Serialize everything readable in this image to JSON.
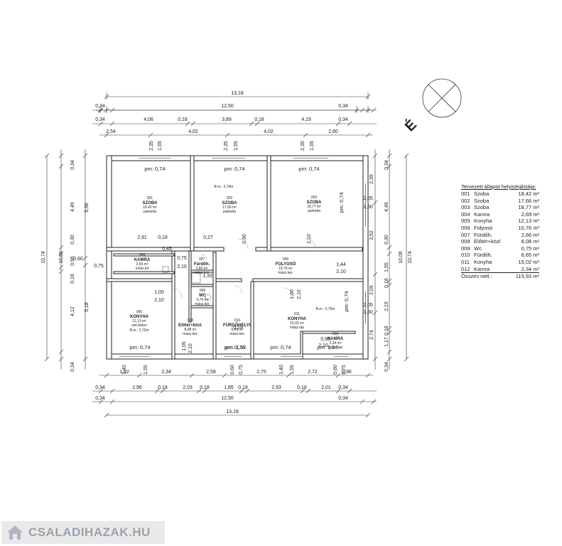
{
  "plan": {
    "north_label": "É",
    "overall_width": "13,18",
    "overall_depth": "10,74",
    "top_dims": {
      "row1": [
        "0,34",
        "12,50",
        "0,34"
      ],
      "row2": [
        "0,34",
        "4,06",
        "0,18",
        "3,89",
        "0,18",
        "4,19",
        "0,34"
      ],
      "row3": [
        "2,54",
        "4,02",
        "4,02",
        "2,60"
      ],
      "windows": [
        "2,35",
        "1,55",
        "2,35",
        "1,55",
        "2,35",
        "1,55"
      ]
    },
    "bottom_dims": {
      "row1": [
        "1,82",
        "2,34",
        "2,58",
        "2,75",
        "2,72",
        "0,96"
      ],
      "row2": [
        "0,34",
        "2,96",
        "0,18",
        "2,03",
        "0,18",
        "1,85",
        "0,18",
        "2,93",
        "0,18",
        "2,01",
        "0,34"
      ],
      "row3": [
        "0,34",
        "12,50",
        "0,34"
      ],
      "windows": [
        "1,40",
        "1,55",
        "1,05",
        "2,10",
        "0,60",
        "0,75",
        "1,40",
        "1,55",
        "0,60",
        "0,75"
      ]
    },
    "left_dims": {
      "outer": [
        "0,34",
        "4,49",
        "0,30",
        "0,96",
        "0,18",
        "4,12",
        "0,34"
      ],
      "mid": [
        "5,56",
        "0,60",
        "0,75",
        "5,18"
      ],
      "full": [
        "10,06"
      ]
    },
    "right_dims": {
      "outer": [
        "0,34",
        "4,49",
        "0,30",
        "1,55",
        "0,18",
        "2,19",
        "0,18",
        "1,17",
        "0,34"
      ],
      "mid": [
        "2,39",
        "3,52",
        "2,09",
        "2,74"
      ],
      "full": [
        "10,06"
      ],
      "windows": [
        "2,05",
        "1,50",
        "2,05",
        "1,50"
      ]
    },
    "inner_dims": [
      "2,91",
      "0,18",
      "0,45",
      "0,75",
      "2,10",
      "0,27",
      "1,00",
      "2,10",
      "1,44",
      "2,10",
      "0,90",
      "2,10",
      "1,33",
      "0,29",
      "1,00",
      "2,10",
      "0,90",
      "2,10"
    ],
    "pm_labels": [
      "pm: 0,74",
      "pm: 0,74",
      "pm: 0,74",
      "pm: 0,74",
      "pm: 0,74",
      "pm: 0,74",
      "pm: 1,52",
      "pm: 1,54",
      "pm: 0,74"
    ],
    "rooms": [
      {
        "no": "001",
        "name": "SZOBA",
        "area": "18,42 m²",
        "floor": "parketta"
      },
      {
        "no": "002",
        "name": "SZOBA",
        "area": "17,66 m²",
        "floor": "parketta",
        "height": "B.m.: 2,74m"
      },
      {
        "no": "003",
        "name": "SZOBA",
        "area": "18,77 m²",
        "floor": "parketta"
      },
      {
        "no": "004",
        "name": "KAMRA",
        "area": "2,69 m²",
        "floor": "műsz.kő"
      },
      {
        "no": "005",
        "name": "KONYHA",
        "area": "12,13 m²",
        "floor": "sim.beton",
        "height": "B.m.: 2,72m"
      },
      {
        "no": "006",
        "name": "FOLYOSÓ",
        "area": "10,76 m²",
        "floor": "mász.ker."
      },
      {
        "no": "007",
        "name": "Fürdőh.",
        "area": "2,66 m²",
        "floor": "mász.ker."
      },
      {
        "no": "008",
        "name": "Előtér+közl.",
        "area": "8,08 m²",
        "floor": "mász.ker."
      },
      {
        "no": "009",
        "name": "WC",
        "area": "0,75 m²",
        "floor": "mász.ker."
      },
      {
        "no": "010",
        "name": "FÜRDŐHELYI.",
        "area": "6,65 m²",
        "floor": "mász.ker."
      },
      {
        "no": "011",
        "name": "KONYHA",
        "area": "15,02 m²",
        "floor": "mász.lap",
        "height": "B.m.: 2,75m"
      },
      {
        "no": "012",
        "name": "KAMRA",
        "area": "2,34 m²",
        "floor": "mász.lap"
      }
    ]
  },
  "room_table": {
    "title": "Tervezett állapot helyiséglistája:",
    "rows": [
      {
        "no": "001",
        "name": "Szoba",
        "area": "18,42 m²"
      },
      {
        "no": "002",
        "name": "Szoba",
        "area": "17,66 m²"
      },
      {
        "no": "003",
        "name": "Szoba",
        "area": "18,77 m²"
      },
      {
        "no": "004",
        "name": "Kamra",
        "area": "2,69 m²"
      },
      {
        "no": "005",
        "name": "Konyha",
        "area": "12,13 m²"
      },
      {
        "no": "006",
        "name": "Folyosó",
        "area": "10,76 m²"
      },
      {
        "no": "007",
        "name": "Fürdőh.",
        "area": "2,66 m²"
      },
      {
        "no": "008",
        "name": "Előtér+közl",
        "area": "8,08 m²"
      },
      {
        "no": "009",
        "name": "Wc",
        "area": "0,75 m²"
      },
      {
        "no": "010",
        "name": "Fürdőh.",
        "area": "6,65 m²"
      },
      {
        "no": "011",
        "name": "Konyha",
        "area": "15,02 m²"
      },
      {
        "no": "012",
        "name": "Kamra",
        "area": "2,34 m²"
      }
    ],
    "total_label": "Összes nett.:",
    "total_value": "115,93 m²"
  },
  "brand": {
    "logo_text": "CSALADIHAZAK.HU"
  }
}
